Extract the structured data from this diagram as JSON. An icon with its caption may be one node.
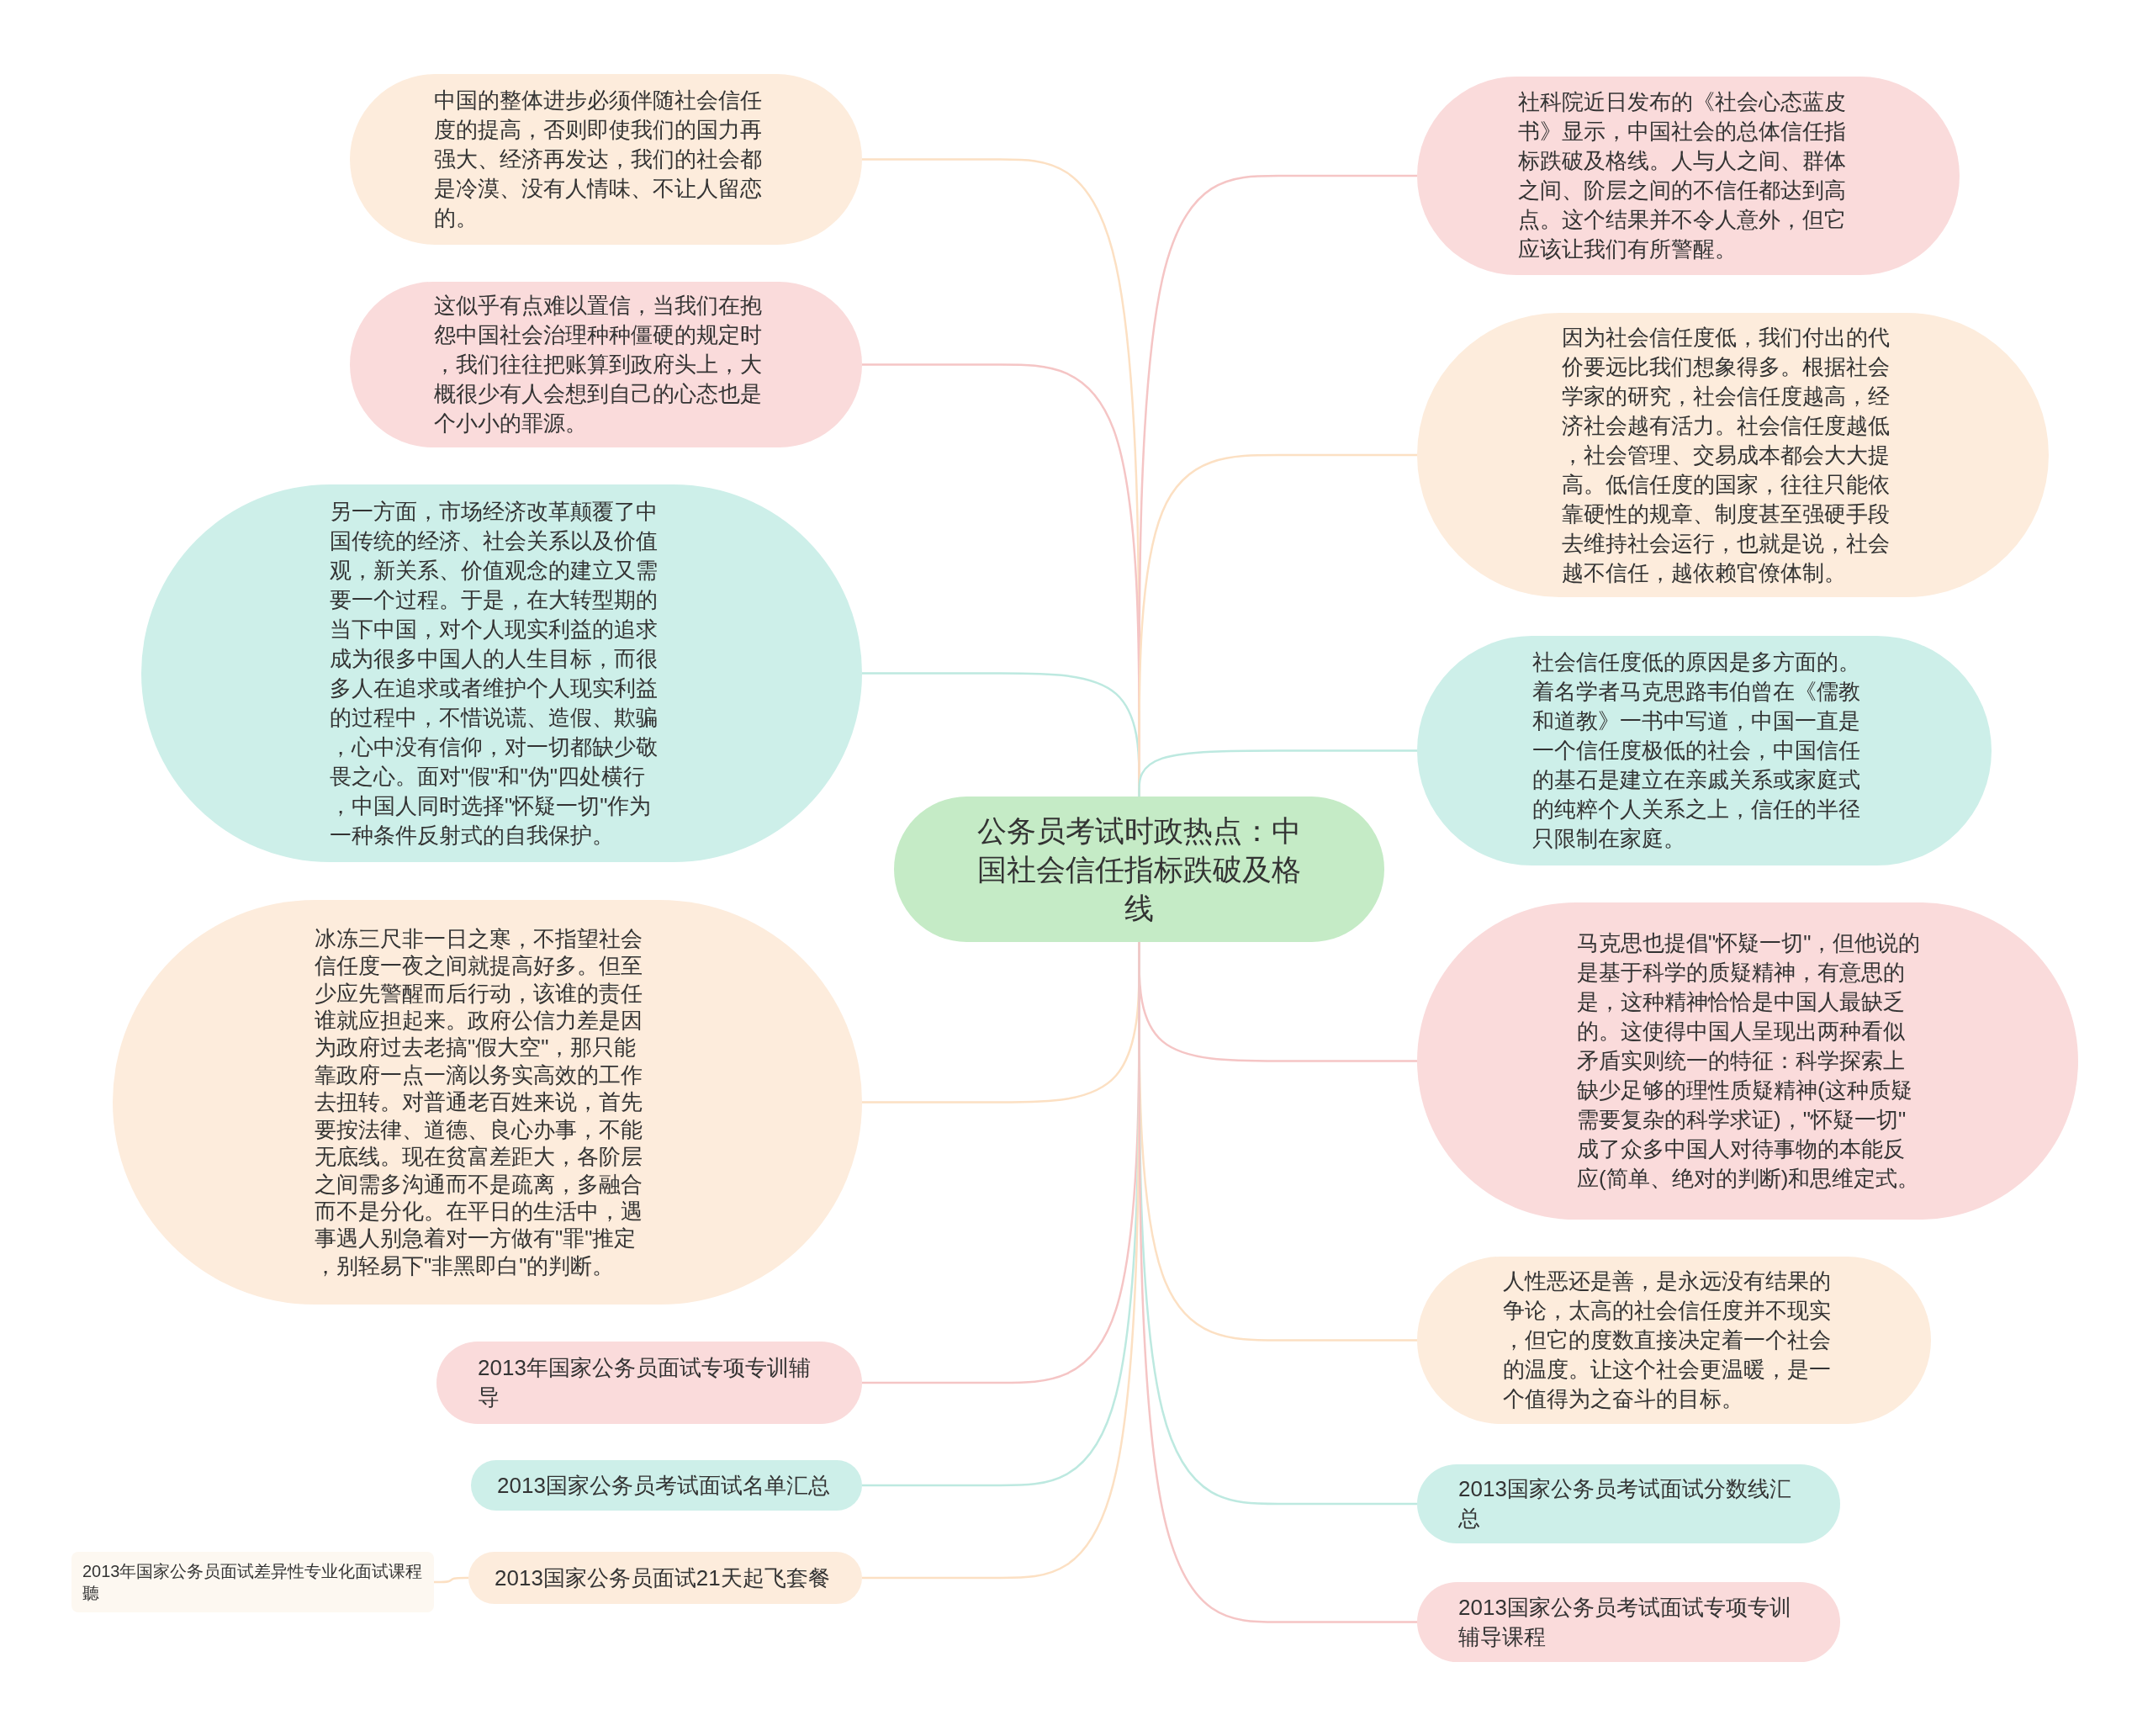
{
  "diagram": {
    "nodes": [
      {
        "text": [
          "公务员考试时政热点：中国社会信任指标跌破及格线"
        ]
      },
      {
        "text": [
          "中国的整体进步必须伴随社会信任度的提高，否则即使我们的国力再强大、经济再发达，我们的社会都是冷漠、没有人情味、不让人留恋的。"
        ]
      },
      {
        "text": [
          "这似乎有点难以置信，当我们在抱怨中国社会治理种种僵硬的规定时，我们往往把账算到政府头上，大概很少有人会想到自己的心态也是个小小的罪源。"
        ]
      },
      {
        "text": [
          "另一方面，市场经济改革颠覆了中国传统的经济、社会关系以及价值观，新关系、价值观念的建立又需要一个过程。于是，在大转型期的当下中国，对个人现实利益的追求成为很多中国人的人生目标，而很多人在追求或者维护个人现实利益的过程中，不惜说谎、造假、欺骗，心中没有信仰，对一切都缺少敬畏之心。面对\"假\"和\"伪\"四处横行，中国人同时选择\"怀疑一切\"作为一种条件反射式的自我保护。"
        ]
      },
      {
        "text": [
          "冰冻三尺非一日之寒，不指望社会信任度一夜之间就提高好多。但至少应先警醒而后行动，该谁的责任谁就应担起来。政府公信力差是因为政府过去老搞\"假大空\"，那只能靠政府一点一滴以务实高效的工作去扭转。对普通老百姓来说，首先要按法律、道德、良心办事，不能无底线。现在贫富差距大，各阶层之间需多沟通而不是疏离，多融合而不是分化。在平日的生活中，遇事遇人别急着对一方做有\"罪\"推定，别轻易下\"非黑即白\"的判断。"
        ]
      },
      {
        "text": [
          "2013年国家公务员面试专项专训辅导"
        ]
      },
      {
        "text": [
          "2013国家公务员考试面试名单汇总"
        ]
      },
      {
        "text": [
          "2013国家公务员面试21天起飞套餐"
        ]
      },
      {
        "text": [
          "2013年国家公务员面试差异性专业化面试课程聽"
        ]
      },
      {
        "text": [
          "社科院近日发布的《社会心态蓝皮书》显示，中国社会的总体信任指标跌破及格线。人与人之间、群体之间、阶层之间的不信任都达到高点。这个结果并不令人意外，但它应该让我们有所警醒。"
        ]
      },
      {
        "text": [
          "因为社会信任度低，我们付出的代价要远比我们想象得多。根据社会学家的研究，社会信任度越高，经济社会越有活力。社会信任度越低，社会管理、交易成本都会大大提高。低信任度的国家，往往只能依靠硬性的规章、制度甚至强硬手段去维持社会运行，也就是说，社会越不信任，越依赖官僚体制。"
        ]
      },
      {
        "text": [
          "社会信任度低的原因是多方面的。着名学者马克思路韦伯曾在《儒教和道教》一书中写道，中国一直是一个信任度极低的社会，中国信任的基石是建立在亲戚关系或家庭式的纯粹个人关系之上，信任的半径只限制在家庭。"
        ]
      },
      {
        "text": [
          "马克思也提倡\"怀疑一切\"，但他说的是基于科学的质疑精神，有意思的是，这种精神恰恰是中国人最缺乏的。这使得中国人呈现出两种看似矛盾实则统一的特征：科学探索上缺少足够的理性质疑精神(这种质疑需要复杂的科学求证)，\"怀疑一切\"成了众多中国人对待事物的本能反应(简单、绝对的判断)和思维定式。"
        ]
      },
      {
        "text": [
          "人性恶还是善，是永远没有结果的争论，太高的社会信任度并不现实，但它的度数直接决定着一个社会的温度。让这个社会更温暖，是一个值得为之奋斗的目标。"
        ]
      },
      {
        "text": [
          "2013国家公务员考试面试分数线汇总"
        ]
      },
      {
        "text": [
          "2013国家公务员考试面试专项专训辅导课程"
        ]
      }
    ],
    "edges": [
      {
        "from": 0,
        "to": 1,
        "arrow": "none",
        "color": "#fce0c3"
      },
      {
        "from": 0,
        "to": 2,
        "arrow": "none",
        "color": "#f5c5c5"
      },
      {
        "from": 0,
        "to": 3,
        "arrow": "none",
        "color": "#bde9e0"
      },
      {
        "from": 0,
        "to": 4,
        "arrow": "none",
        "color": "#fce0c3"
      },
      {
        "from": 0,
        "to": 5,
        "arrow": "none",
        "color": "#f5c5c5"
      },
      {
        "from": 0,
        "to": 6,
        "arrow": "none",
        "color": "#bde9e0"
      },
      {
        "from": 0,
        "to": 7,
        "arrow": "none",
        "color": "#fce0c3"
      },
      {
        "from": 7,
        "to": 8,
        "arrow": "none",
        "color": "#fce0c3"
      },
      {
        "from": 0,
        "to": 9,
        "arrow": "none",
        "color": "#f5c5c5"
      },
      {
        "from": 0,
        "to": 10,
        "arrow": "none",
        "color": "#fce0c3"
      },
      {
        "from": 0,
        "to": 11,
        "arrow": "none",
        "color": "#bde9e0"
      },
      {
        "from": 0,
        "to": 12,
        "arrow": "none",
        "color": "#f5c5c5"
      },
      {
        "from": 0,
        "to": 13,
        "arrow": "none",
        "color": "#fce0c3"
      },
      {
        "from": 0,
        "to": 14,
        "arrow": "none",
        "color": "#bde9e0"
      },
      {
        "from": 0,
        "to": 15,
        "arrow": "none",
        "color": "#f5c5c5"
      }
    ]
  }
}
